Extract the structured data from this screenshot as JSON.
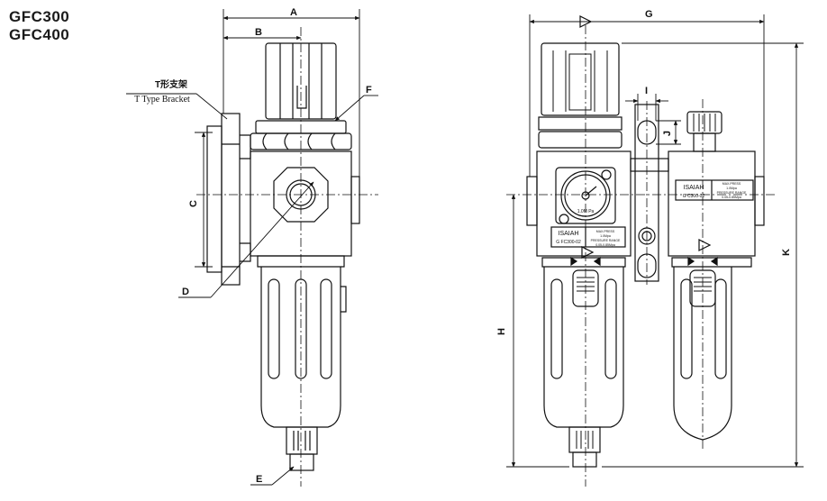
{
  "models": [
    "GFC300",
    "GFC400"
  ],
  "bracket": {
    "label_cn": "T形支架",
    "label_en": "T Type Bracket"
  },
  "dimensions": [
    "A",
    "B",
    "C",
    "D",
    "E",
    "F",
    "G",
    "H",
    "I",
    "J",
    "K"
  ],
  "brand": "ISAIAH",
  "regulator_model": "G FC300-02",
  "lubricator_model": "G C300-02",
  "gauge_unit": "1.0M Pa",
  "regulator_specs": [
    "MAX.PRESS",
    "1.0Mpa",
    "PRESSURE RANGE",
    "0.05-0.85Mpa"
  ],
  "lubricator_specs": [
    "MAX.PRESS",
    "1.0Mpa",
    "PRESSURE RANGE",
    "0.05-0.85Mpa"
  ],
  "colors": {
    "line": "#111111",
    "background": "#ffffff"
  }
}
